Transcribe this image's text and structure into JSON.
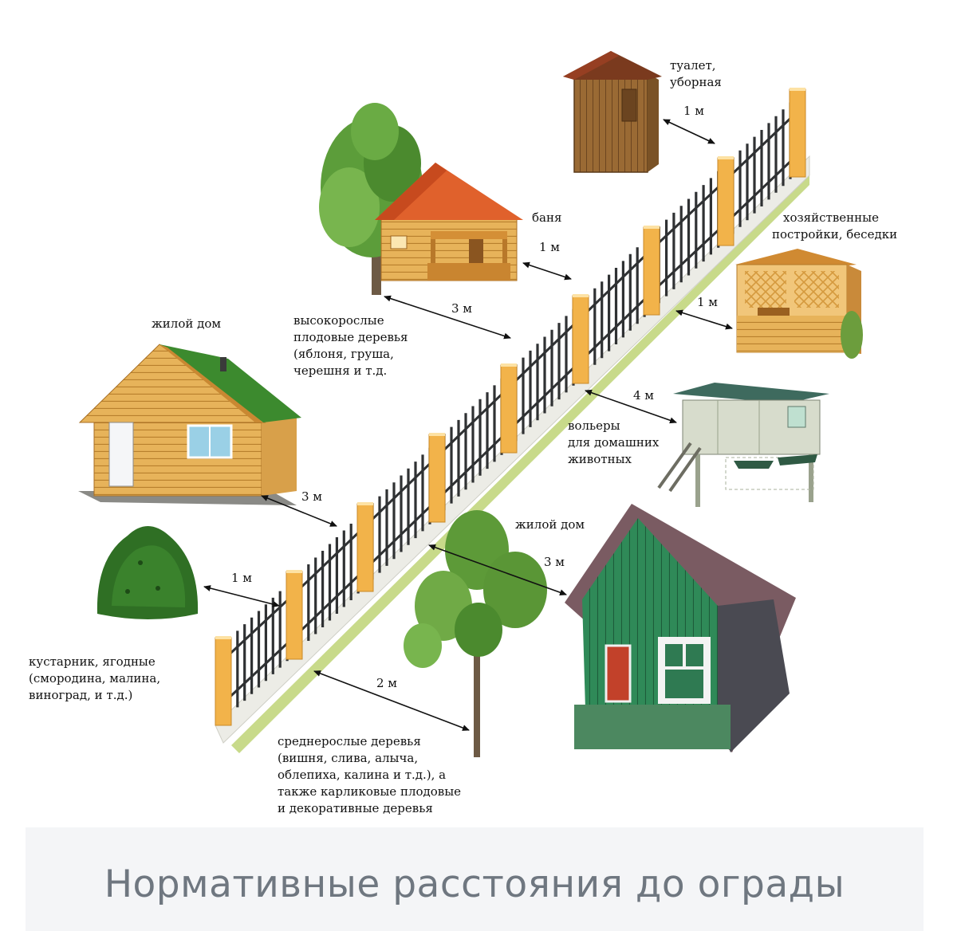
{
  "labels": {
    "toilet": [
      "туалет,",
      "уборная"
    ],
    "sauna": [
      "баня"
    ],
    "outbuildings": [
      "хозяйственные",
      "постройки, беседки"
    ],
    "tall_trees": [
      "высокорослые",
      "плодовые деревья",
      "(яблоня, груша,",
      "черешня и т.д."
    ],
    "house_left": [
      "жилой дом"
    ],
    "enclosures": [
      "вольеры",
      "для домашних",
      "животных"
    ],
    "shrubs": [
      "кустарник, ягодные",
      "(смородина, малина,",
      "виноград, и т.д.)"
    ],
    "medium_trees": [
      "среднерослые деревья",
      "(вишня, слива, алыча,",
      "облепиха, калина и т.д.), а",
      "также карликовые плодовые",
      "и декоративные деревья"
    ],
    "house_right": [
      "жилой дом"
    ]
  },
  "distances": {
    "toilet": "1 м",
    "sauna": "1 м",
    "outbuildings": "1 м",
    "tall_trees": "3 м",
    "enclosures": "4 м",
    "house_left": "3 м",
    "house_right": "3 м",
    "shrubs": "1 м",
    "medium_trees": "2 м"
  },
  "caption": "Нормативные расстояния до ограды",
  "colors": {
    "post": "#f2b34a",
    "picket": "#2f3133",
    "base": "#e9e9e2",
    "grass": "#c8da8a",
    "caption_bg": "#f4f5f7",
    "caption_text": "#6f7780"
  }
}
